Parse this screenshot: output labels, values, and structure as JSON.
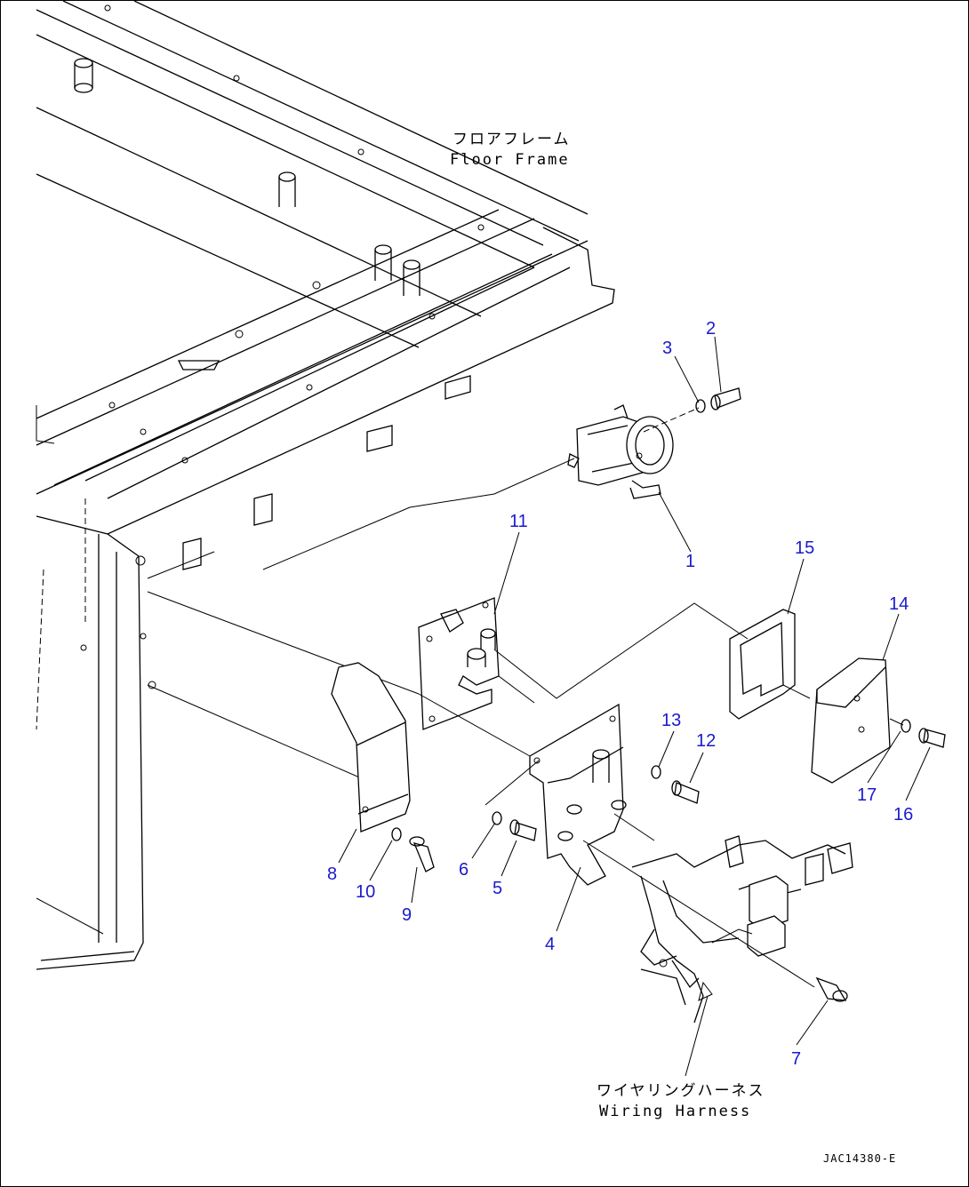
{
  "labels": {
    "floor_frame_jp": "フロアフレーム",
    "floor_frame_en": "Floor Frame",
    "harness_jp": "ワイヤリングハーネス",
    "harness_en": "Wiring Harness",
    "drawing_code": "JAC14380-E"
  },
  "callout_color": "#1a1acc",
  "callouts": {
    "c1": "1",
    "c2": "2",
    "c3": "3",
    "c4": "4",
    "c5": "5",
    "c6": "6",
    "c7": "7",
    "c8": "8",
    "c9": "9",
    "c10": "10",
    "c11": "11",
    "c12": "12",
    "c13": "13",
    "c14": "14",
    "c15": "15",
    "c16": "16",
    "c17": "17"
  }
}
